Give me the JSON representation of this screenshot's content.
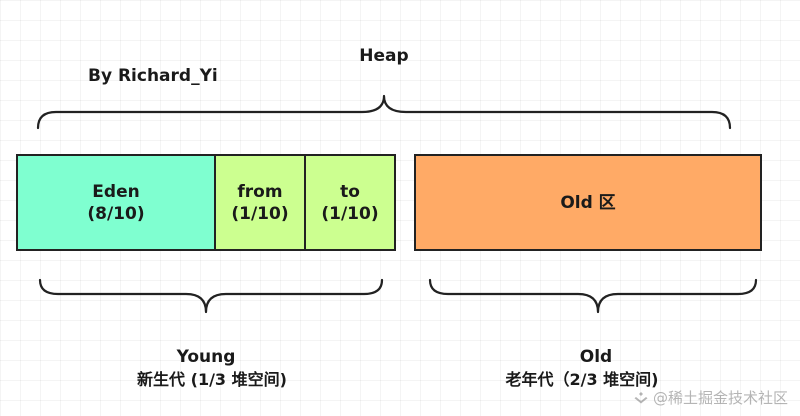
{
  "title": "Heap",
  "author": "By Richard_Yi",
  "blocks": [
    {
      "name": "Eden",
      "fraction": "(8/10)",
      "color": "#7FFFD0"
    },
    {
      "name": "from",
      "fraction": "(1/10)",
      "color": "#CCFF90"
    },
    {
      "name": "to",
      "fraction": "(1/10)",
      "color": "#CCFF90"
    },
    {
      "name": "Old 区",
      "color": "#FFAA66"
    }
  ],
  "young": {
    "title": "Young",
    "subtitle": "新生代 (1/3 堆空间)"
  },
  "old": {
    "title": "Old",
    "subtitle": "老年代（2/3 堆空间)"
  },
  "watermark": "@稀土掘金技术社区",
  "watermark_icon": "juejin-logo-icon"
}
